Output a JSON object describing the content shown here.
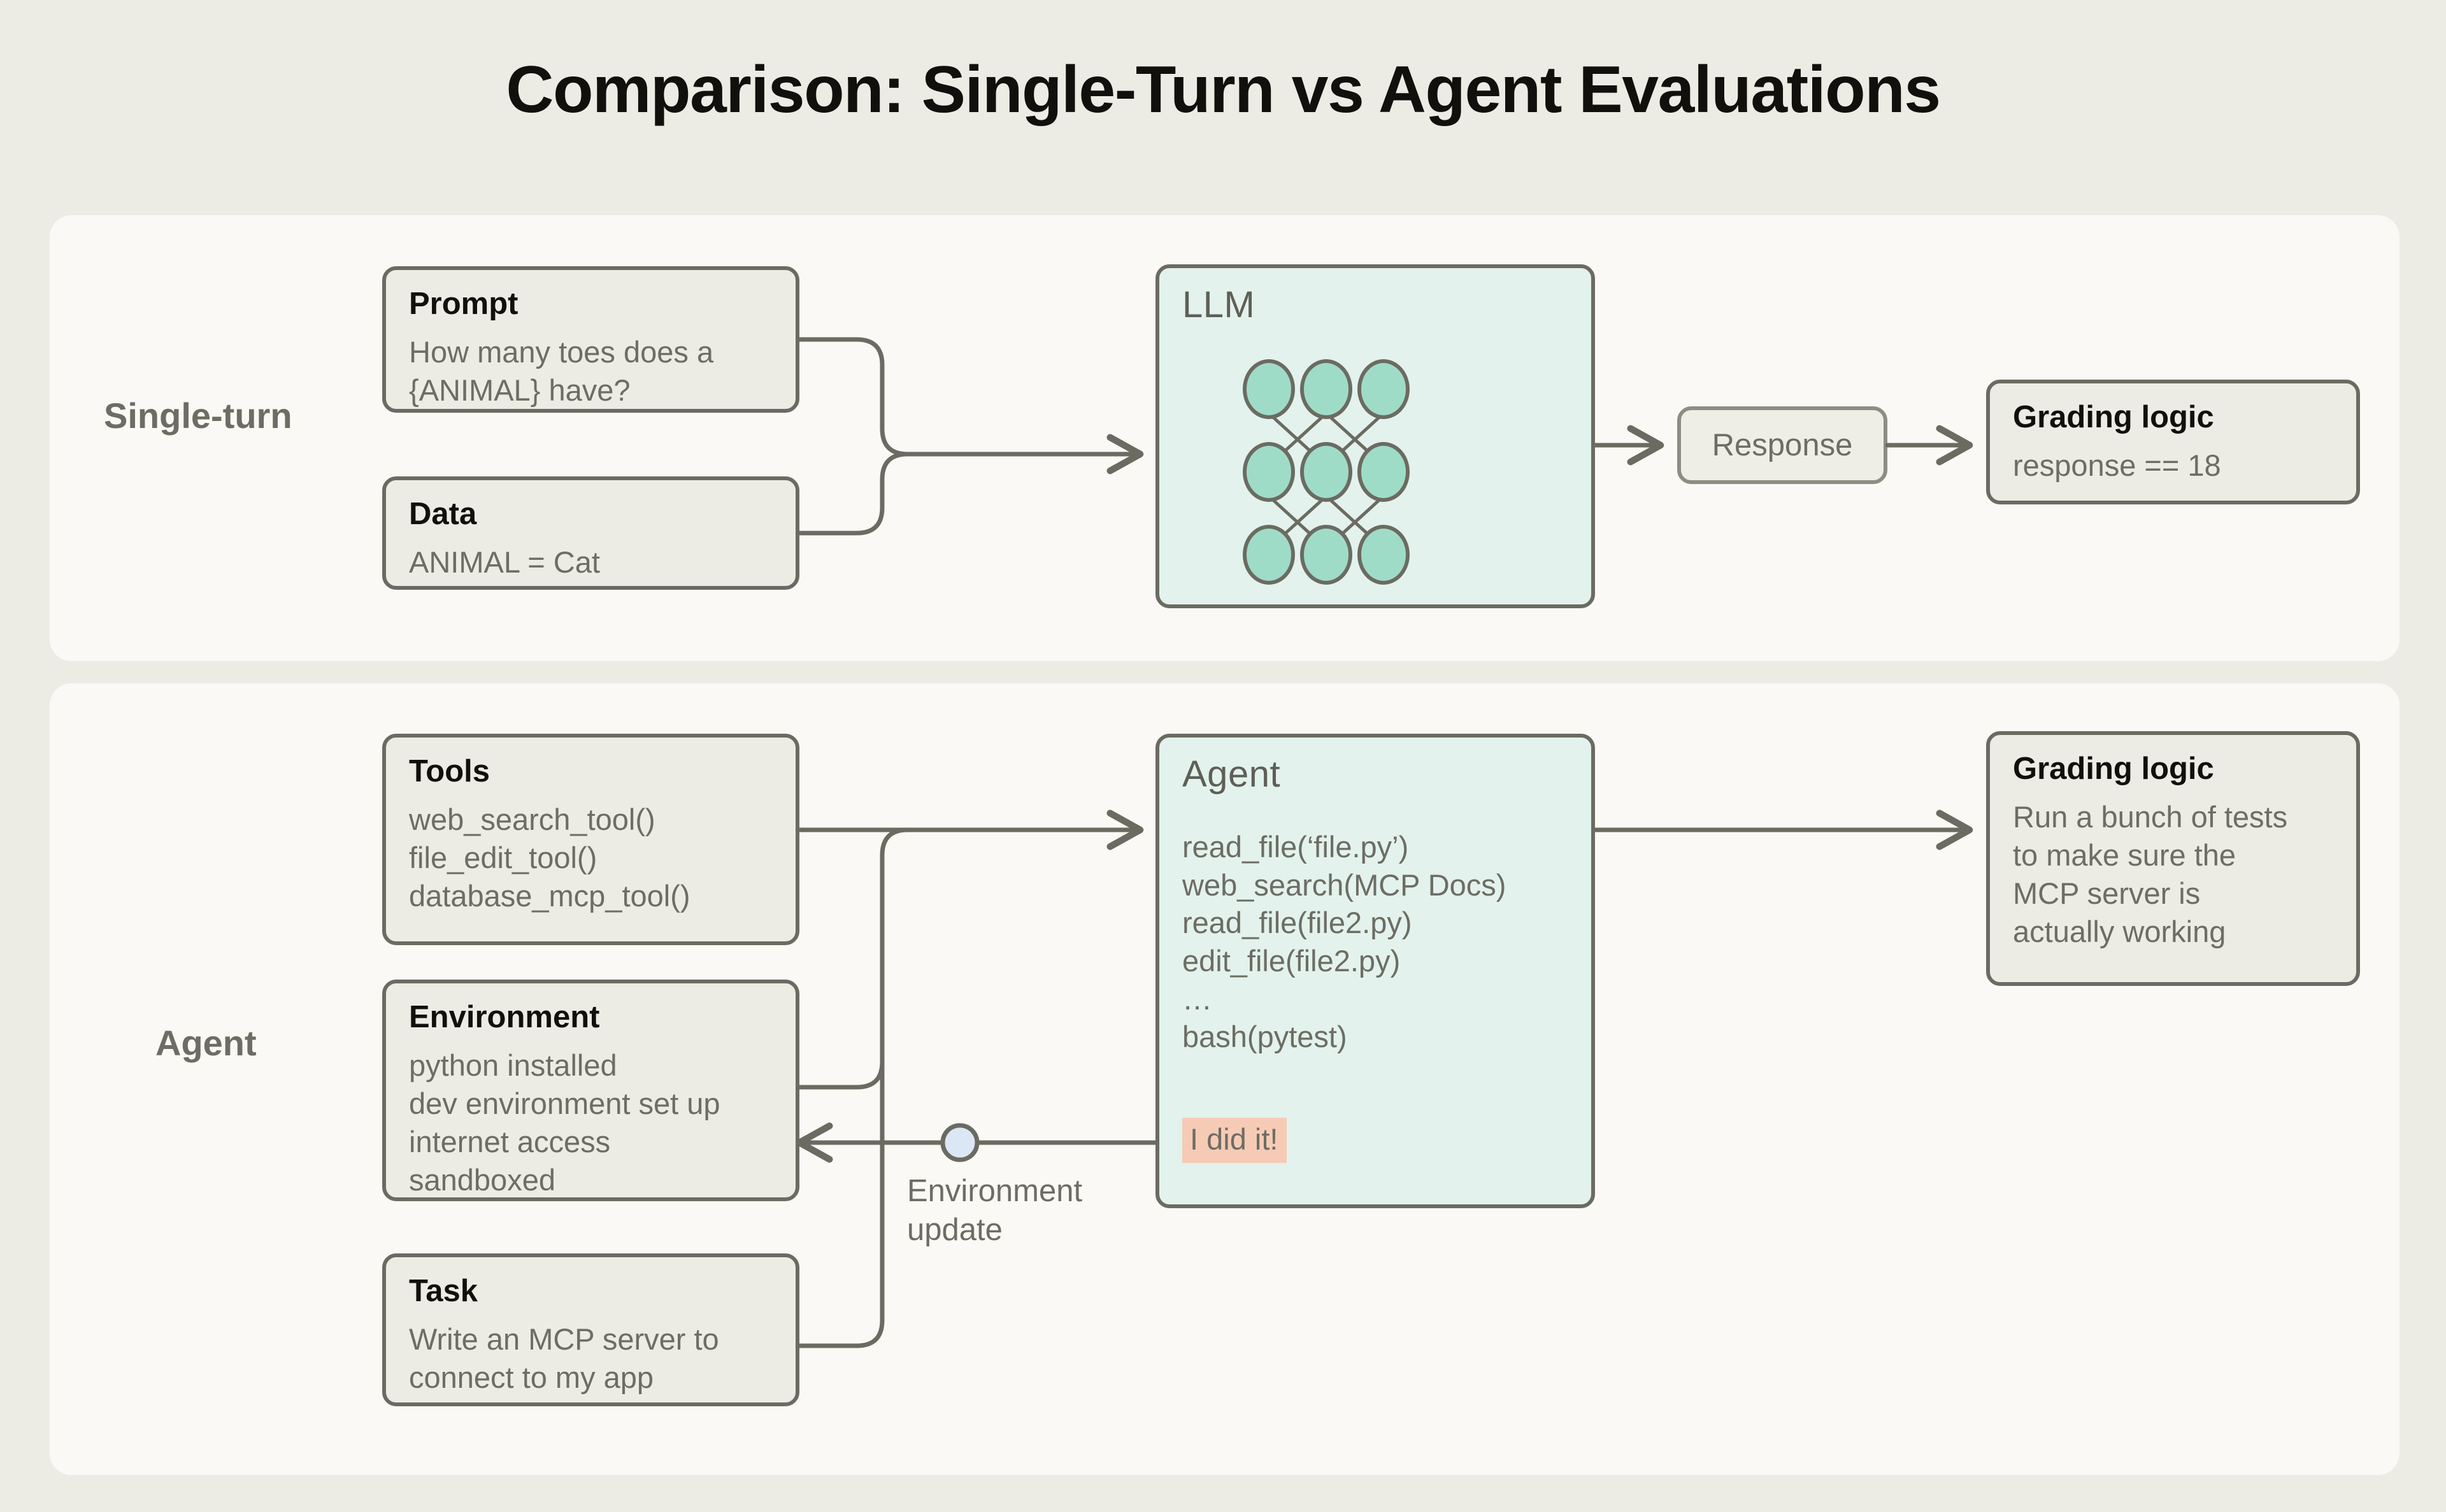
{
  "page": {
    "title": "Comparison: Single-Turn vs Agent Evaluations",
    "background_color": "#edece4",
    "card_color": "#faf9f5",
    "box_fill": "#edece4",
    "mint_fill": "#e3f2ec",
    "node_fill": "#9fdcc8",
    "stroke_color": "#6b6b62",
    "badge_color": "#f6cbb6",
    "body_text_color": "#6d6d64",
    "heading_text_color": "#12100c",
    "connector_dot_color": "#dce7f5"
  },
  "rows": {
    "single_turn": {
      "label": "Single-turn",
      "prompt": {
        "title": "Prompt",
        "body": "How many toes does a\n{ANIMAL} have?"
      },
      "data": {
        "title": "Data",
        "body": "ANIMAL = Cat"
      },
      "model": {
        "title": "LLM",
        "network": {
          "rows": 3,
          "cols": 3,
          "node_count": 9
        }
      },
      "response": {
        "label": "Response"
      },
      "grading": {
        "title": "Grading logic",
        "body": "response == 18"
      }
    },
    "agent": {
      "label": "Agent",
      "tools": {
        "title": "Tools",
        "body": "web_search_tool()\nfile_edit_tool()\ndatabase_mcp_tool()"
      },
      "environment": {
        "title": "Environment",
        "body": "python installed\ndev environment set up\ninternet access\nsandboxed"
      },
      "task": {
        "title": "Task",
        "body": "Write an MCP server to\nconnect to my app"
      },
      "agent_box": {
        "title": "Agent",
        "body": "read_file(‘file.py’)\nweb_search(MCP Docs)\nread_file(file2.py)\nedit_file(file2.py)\n…\nbash(pytest)",
        "badge": "I did it!"
      },
      "feedback": {
        "label": "Environment\nupdate"
      },
      "grading": {
        "title": "Grading logic",
        "body": "Run a bunch of tests\nto make sure the\nMCP server is\nactually working"
      }
    }
  }
}
